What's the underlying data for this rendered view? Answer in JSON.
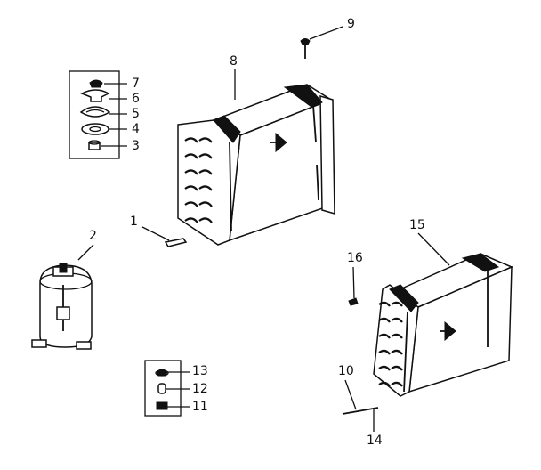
{
  "callouts": {
    "c1": "1",
    "c2": "2",
    "c3": "3",
    "c4": "4",
    "c5": "5",
    "c6": "6",
    "c7": "7",
    "c8": "8",
    "c9": "9",
    "c10": "10",
    "c11": "11",
    "c12": "12",
    "c13": "13",
    "c14": "14",
    "c15": "15",
    "c16": "16"
  }
}
